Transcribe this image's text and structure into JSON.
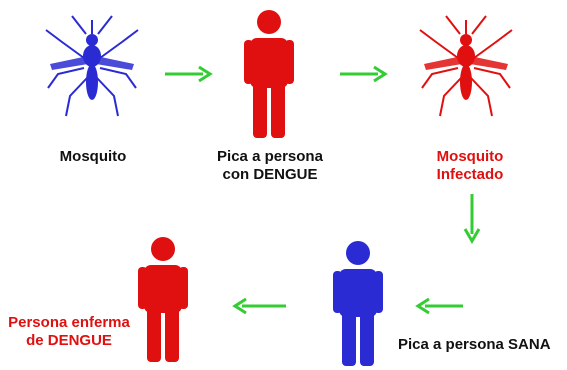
{
  "colors": {
    "healthy": "#2b2bd4",
    "infected": "#e01010",
    "arrow": "#33cc33",
    "text": "#111111"
  },
  "nodes": {
    "mosquito": {
      "label": "Mosquito",
      "icon": "mosquito-icon"
    },
    "bite_dengue": {
      "label_line1": "Pica a persona",
      "label_line2": "con DENGUE",
      "icon": "person-icon"
    },
    "infected_mosquito": {
      "label_line1": "Mosquito",
      "label_line2": "Infectado",
      "icon": "mosquito-icon"
    },
    "bite_healthy": {
      "label": "Pica a persona SANA",
      "icon": "person-icon"
    },
    "sick_person": {
      "label_line1": "Persona enferma",
      "label_line2": "de DENGUE",
      "icon": "person-icon"
    }
  }
}
